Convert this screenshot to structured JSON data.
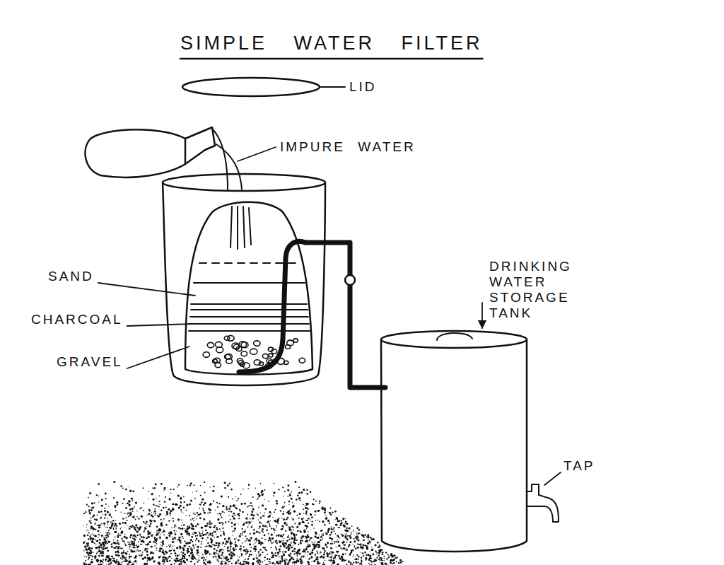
{
  "diagram": {
    "title": "SIMPLE WATER FILTER",
    "labels": [
      "LID",
      "IMPURE WATER",
      "SAND",
      "CHARCOAL",
      "GRAVEL",
      "DRINKING WATER STORAGE TANK",
      "TAP"
    ]
  }
}
